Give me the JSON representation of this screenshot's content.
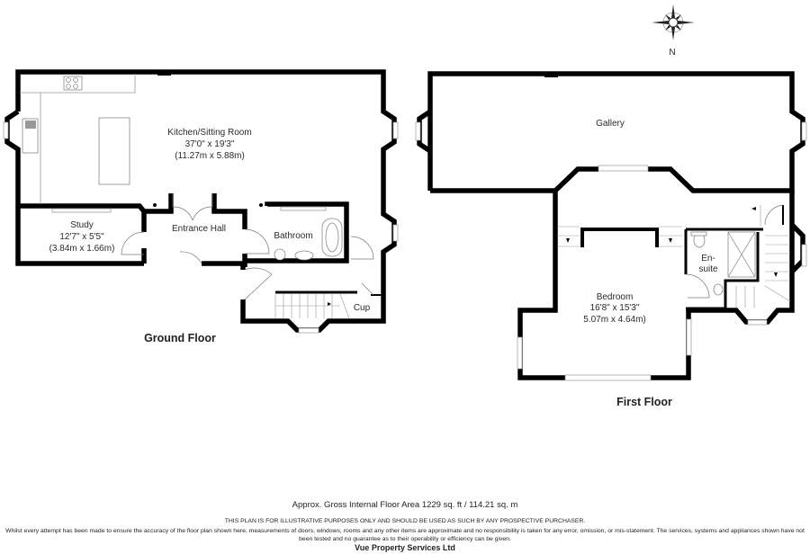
{
  "compass": {
    "icon": "compass-rose-icon",
    "north_label": "N"
  },
  "ground_floor": {
    "title": "Ground Floor",
    "rooms": [
      {
        "name": "Kitchen/Sitting Room",
        "dim_imperial": "37'0\" x 19'3\"",
        "dim_metric": "(11.27m x 5.88m)"
      },
      {
        "name": "Study",
        "dim_imperial": "12'7\" x 5'5\"",
        "dim_metric": "(3.84m x 1.66m)"
      },
      {
        "name": "Entrance Hall"
      },
      {
        "name": "Bathroom"
      },
      {
        "name": "Cup"
      }
    ]
  },
  "first_floor": {
    "title": "First Floor",
    "rooms": [
      {
        "name": "Gallery"
      },
      {
        "name": "Bedroom",
        "dim_imperial": "16'8\" x 15'3\"",
        "dim_metric": "5.07m x 4.64m)"
      },
      {
        "name_line1": "En-",
        "name_line2": "suite"
      }
    ]
  },
  "footer": {
    "area": "Approx. Gross Internal Floor Area 1229 sq. ft / 114.21 sq. m",
    "disclaimer_heading": "THIS PLAN IS FOR ILLUSTRATIVE PURPOSES ONLY AND SHOULD BE USED AS SUCH BY ANY PROSPECTIVE PURCHASER.",
    "disclaimer_body": "Whilst every attempt has been made to ensure the accuracy of the floor plan shown here, measurements of doors, windows, rooms and any other items are approximate and no responsibility is taken for any error, omission, or mis-statement. The services, systems and appliances shown have not been tested and no guarantee as to their operability or efficiency can be given.",
    "company": "Vue Property Services Ltd"
  },
  "colors": {
    "wall": "#000000",
    "background": "#ffffff",
    "text": "#222222",
    "fixture_line": "#888888"
  }
}
